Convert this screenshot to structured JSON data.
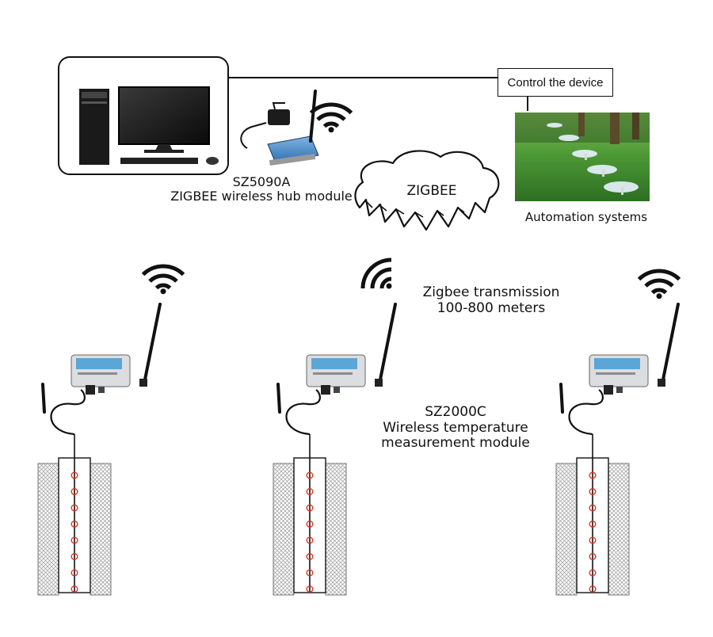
{
  "hub": {
    "model": "SZ5090A",
    "description": "ZIGBEE wireless hub module"
  },
  "control": {
    "label": "Control the device"
  },
  "automation": {
    "caption": "Automation systems"
  },
  "network": {
    "cloud_label": "ZIGBEE",
    "transmission_line1": "Zigbee transmission",
    "transmission_line2": "100-800 meters"
  },
  "sensor_module": {
    "model": "SZ2000C",
    "line2": "Wireless temperature",
    "line3": "measurement module"
  },
  "colors": {
    "sensor_point": "#e0301e",
    "grass": "#3f8a2e",
    "module_body": "#dcdde0",
    "module_panel": "#5aa6d6",
    "hatch": "#9a9a9a"
  },
  "icons": [
    "computer-tower-icon",
    "monitor-icon",
    "keyboard-icon",
    "mouse-icon",
    "router-icon",
    "wifi-icon",
    "cloud-icon",
    "antenna-icon",
    "sensor-module-icon",
    "probe-cable-icon",
    "borehole-icon"
  ]
}
